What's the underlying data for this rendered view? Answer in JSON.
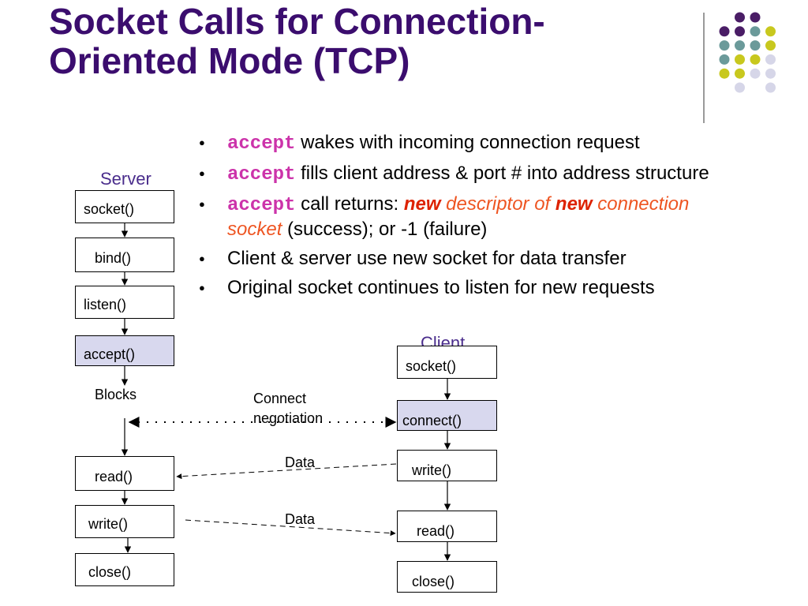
{
  "title": {
    "line1": "Socket Calls for Connection-",
    "line2": "Oriented Mode (TCP)"
  },
  "colors": {
    "title": "#3b0d6e",
    "keyword": "#cc33aa",
    "new_red": "#dd2200",
    "new_orange": "#ee5522",
    "header": "#4a2d8c",
    "box_highlight": "#d8d8ee",
    "dot_purple": "#4a1d66",
    "dot_teal": "#6b9a9a",
    "dot_yellow": "#c8c81e",
    "dot_lavender": "#d6d6e8"
  },
  "bullets": [
    {
      "kw": "accept",
      "text": " wakes with incoming connection request"
    },
    {
      "kw": "accept",
      "text": " fills client address & port # into address structure"
    },
    {
      "kw": "accept",
      "pre": " call returns: ",
      "new1": "new",
      "mid": " descriptor of ",
      "new2": "new",
      "post": " connection",
      "line2_em": "socket",
      "line2_rest": " (success); or -1 (failure)"
    },
    {
      "text": "Client & server use new socket for data transfer"
    },
    {
      "text": "Original socket continues to listen for new requests"
    }
  ],
  "diagram": {
    "server_label": "Server",
    "client_label": "Client",
    "server_calls": [
      "socket()",
      "bind()",
      "listen()",
      "accept()",
      "read()",
      "write()",
      "close()"
    ],
    "client_calls": [
      "socket()",
      "connect()",
      "write()",
      "read()",
      "close()"
    ],
    "blocks_label": "Blocks",
    "connect_label_line1": "Connect",
    "connect_label_line2": "negotiation",
    "data_label_1": "Data",
    "data_label_2": "Data"
  }
}
